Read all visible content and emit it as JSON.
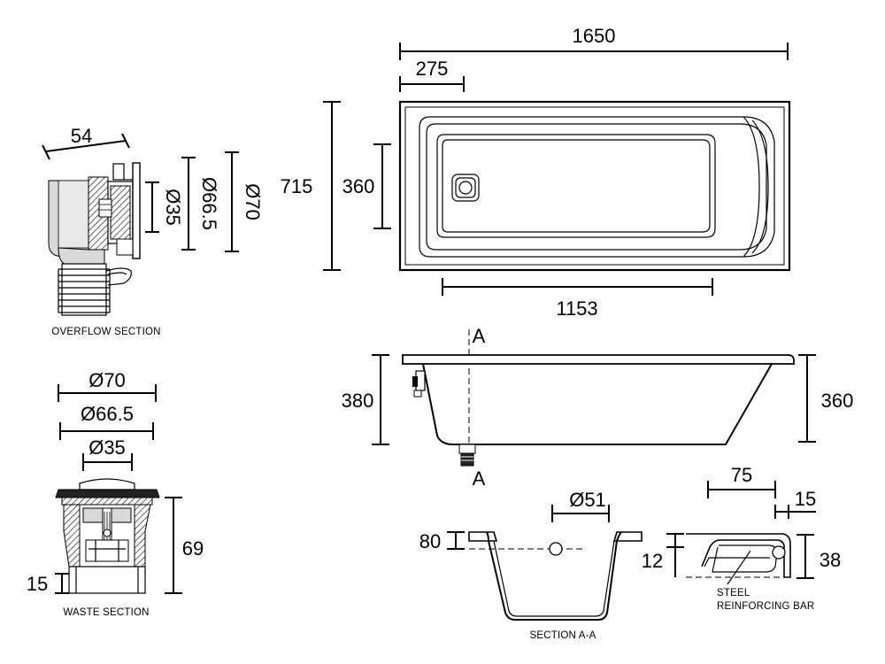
{
  "plan": {
    "length": "1650",
    "overflow_offset": "275",
    "width": "715",
    "inner_width": "360",
    "inner_length": "1153"
  },
  "side": {
    "section_mark_top": "A",
    "section_mark_bottom": "A",
    "height_left": "380",
    "height_right": "360"
  },
  "overflow": {
    "depth": "54",
    "d35": "Ø35",
    "d66": "Ø66.5",
    "d70": "Ø70",
    "caption": "OVERFLOW SECTION"
  },
  "waste": {
    "d70": "Ø70",
    "d66": "Ø66.5",
    "d35": "Ø35",
    "height": "69",
    "base": "15",
    "caption": "WASTE SECTION"
  },
  "section_aa": {
    "hole": "Ø51",
    "rim_depth": "80",
    "caption": "SECTION A-A"
  },
  "rim_detail": {
    "width": "75",
    "lip": "15",
    "drop": "12",
    "height": "38",
    "label_line1": "STEEL",
    "label_line2": "REINFORCING BAR"
  }
}
